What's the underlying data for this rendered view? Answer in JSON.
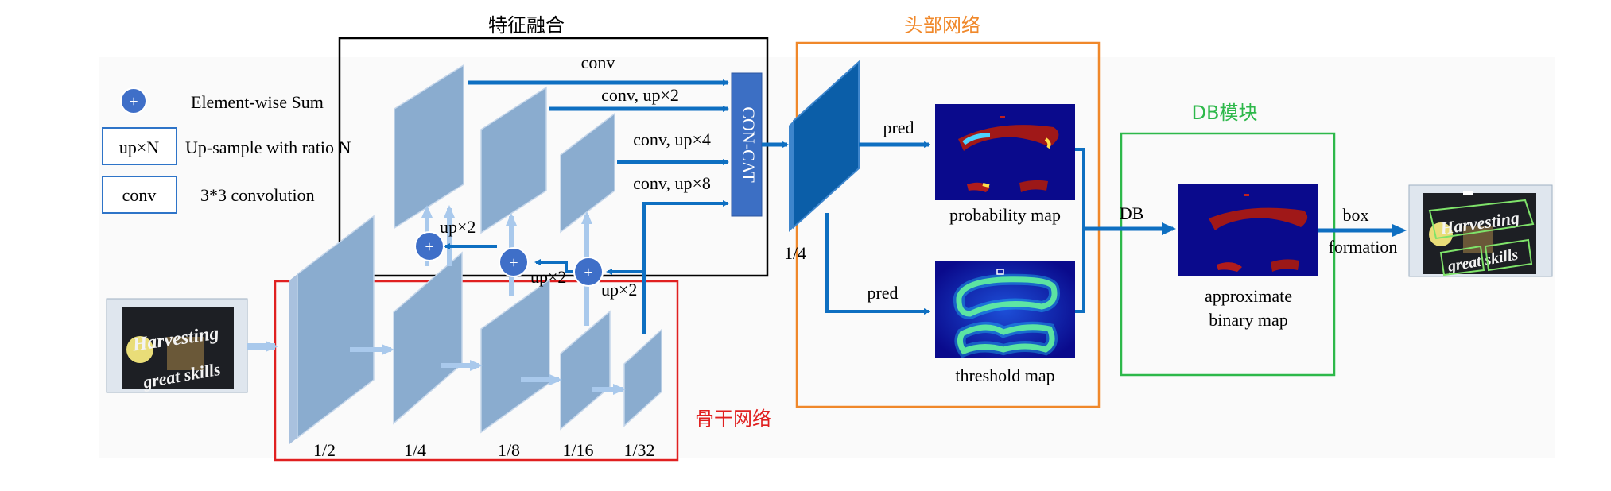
{
  "legend": {
    "sum_symbol": "+",
    "sum_label": "Element-wise Sum",
    "upsample_box": "up×N",
    "upsample_label": "Up-sample with ratio N",
    "conv_box": "conv",
    "conv_label": "3*3 convolution"
  },
  "sections": {
    "fusion": "特征融合",
    "head": "头部网络",
    "db": "DB模块",
    "backbone": "骨干网络"
  },
  "fusion_labels": {
    "conv1": "conv",
    "conv2": "conv, up×2",
    "conv4": "conv, up×4",
    "conv8": "conv, up×8",
    "concat": "CON-CAT",
    "sum_symbol": "+",
    "up_a": "up×2",
    "up_b": "up×2",
    "up_c": "up×2"
  },
  "backbone_scales": [
    "1/2",
    "1/4",
    "1/8",
    "1/16",
    "1/32"
  ],
  "head": {
    "scale": "1/4",
    "pred_top": "pred",
    "pred_bottom": "pred",
    "probability_map": "probability map",
    "threshold_map": "threshold map"
  },
  "db": {
    "arrow_label": "DB",
    "output_label_line1": "approximate",
    "output_label_line2": "binary map"
  },
  "final": {
    "box_label_line1": "box",
    "box_label_line2": "formation"
  },
  "images": {
    "input_line1": "Harvesting",
    "input_line2": "great skills"
  },
  "colors": {
    "fusion_border": "#000000",
    "head_border": "#f0882a",
    "head_title": "#f0882a",
    "db_border": "#2db84a",
    "db_title": "#2db84a",
    "backbone_border": "#e02020",
    "backbone_title": "#e02020",
    "arrow_blue": "#0e6fc1",
    "light_arrow": "#a9c9ec",
    "feature_block": "#8aaccf",
    "sum_circle": "#3f6fc8",
    "concat_fill": "#3c6fc4",
    "head_block": "#0b5ea8",
    "map_background": "#0a0a8c"
  }
}
